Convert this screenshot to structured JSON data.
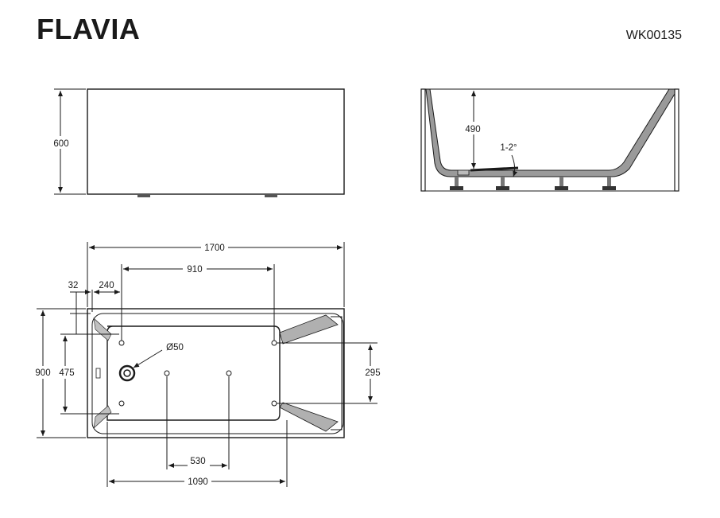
{
  "header": {
    "model_name": "FLAVIA",
    "product_code": "WK00135"
  },
  "side_view": {
    "height_label": "600"
  },
  "section_view": {
    "depth_label": "490",
    "slope_label": "1-2°"
  },
  "top_view": {
    "length_label": "1700",
    "holes_span_label": "910",
    "offset_small_label": "32",
    "offset_drain_label": "240",
    "width_label": "900",
    "inner_width_label": "475",
    "drain_diameter_label": "Ø50",
    "right_holes_span_label": "295",
    "center_holes_span_label": "530",
    "inner_length_label": "1090"
  }
}
